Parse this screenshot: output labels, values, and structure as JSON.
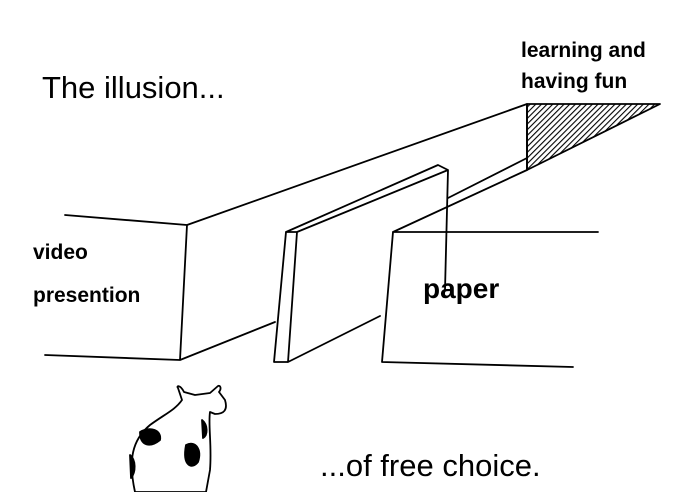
{
  "title_top": "The illusion...",
  "title_bottom": "...of free choice.",
  "labels": {
    "goal_line1": "learning and",
    "goal_line2": "having fun",
    "left_line1": "video",
    "left_line2": "presention",
    "right": "paper"
  },
  "colors": {
    "ink": "#000000",
    "background": "#ffffff"
  }
}
